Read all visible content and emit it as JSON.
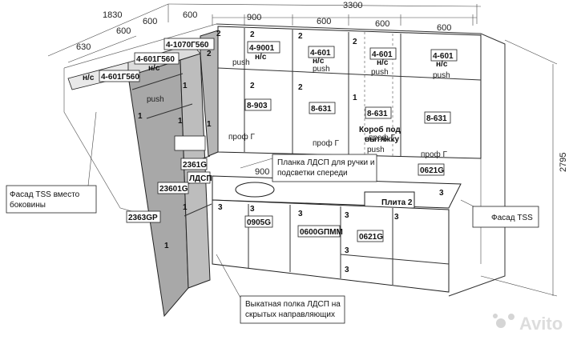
{
  "dimensions": {
    "d1830": "1830",
    "d630": "630",
    "d600a": "600",
    "d600b": "600",
    "d600c": "600",
    "d900": "900",
    "d600d": "600",
    "d600e": "600",
    "d600f": "600",
    "d3300": "3300",
    "d2795": "2795",
    "d900b": "900"
  },
  "part_labels": {
    "p1": "4-1070Г560",
    "p2": "4-601Г560",
    "p3": "н/с",
    "p4": "4-601Г560",
    "p5": "н/с",
    "p6": "4-9001",
    "p6b": "н/с",
    "p7": "4-601",
    "p7b": "н/с",
    "p8": "4-601",
    "p8b": "н/с",
    "p9": "4-601",
    "p9b": "н/с",
    "p10": "8-903",
    "p11": "8-631",
    "p12": "8-631",
    "p13": "8-631",
    "p14": "2361G",
    "p15": "ЛДСП",
    "p16": "23601G",
    "p17": "2363GP",
    "p18": "0905G",
    "p19": "0600GПММ",
    "p20": "0621G",
    "p21": "0621G",
    "plate": "Плита 2",
    "box_hood": "Короб под вытяжку"
  },
  "push_labels": [
    "push",
    "push",
    "push",
    "push",
    "push",
    "push"
  ],
  "prof_labels": [
    "проф Г",
    "проф Г",
    "проф Г",
    "проф Г"
  ],
  "numbers": [
    "2",
    "2",
    "2",
    "2",
    "2",
    "2",
    "2",
    "1",
    "1",
    "1",
    "1",
    "1",
    "1",
    "1",
    "3",
    "3",
    "3",
    "3",
    "3",
    "3",
    "3",
    "3"
  ],
  "callouts": {
    "facade_side": "Фасад TSS вместо боковины",
    "strip": "Планка ЛДСП для ручки и подсветки спереди",
    "facade_tss": "Фасад TSS",
    "drawer": "Выкатная полка ЛДСП на скрытых направляющих"
  },
  "watermark": "Avito"
}
